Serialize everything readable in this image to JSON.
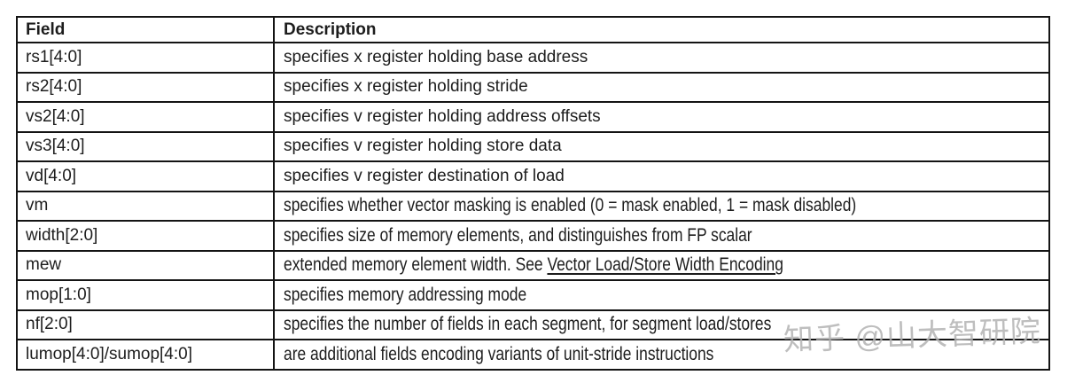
{
  "table": {
    "headers": [
      "Field",
      "Description"
    ],
    "rows": [
      {
        "field": "rs1[4:0]",
        "description": "specifies x register holding base address",
        "condensed": false
      },
      {
        "field": "rs2[4:0]",
        "description": "specifies x register holding stride",
        "condensed": false
      },
      {
        "field": "vs2[4:0]",
        "description": "specifies v register holding address offsets",
        "condensed": false
      },
      {
        "field": "vs3[4:0]",
        "description": "specifies v register holding store data",
        "condensed": false
      },
      {
        "field": "vd[4:0]",
        "description": "specifies v register destination of load",
        "condensed": false
      },
      {
        "field": "vm",
        "description": "specifies whether vector masking is enabled (0 = mask enabled, 1 = mask disabled)",
        "condensed": true
      },
      {
        "field": "width[2:0]",
        "description": "specifies size of memory elements, and distinguishes from FP scalar",
        "condensed": true
      },
      {
        "field": "mew",
        "description": "extended memory element width. See ",
        "link": "Vector Load/Store Width Encoding",
        "condensed": true
      },
      {
        "field": "mop[1:0]",
        "description": "specifies memory addressing mode",
        "condensed": true
      },
      {
        "field": "nf[2:0]",
        "description": "specifies the number of fields in each segment, for segment load/stores",
        "condensed": true
      },
      {
        "field": "lumop[4:0]/sumop[4:0]",
        "description": "are additional fields encoding variants of unit-stride instructions",
        "condensed": true
      }
    ]
  },
  "watermark": {
    "text": "知乎 @山大智研院"
  },
  "colors": {
    "border": "#141414",
    "text": "#1d1d1d",
    "watermark": "#b3b3b3",
    "background": "#ffffff"
  }
}
